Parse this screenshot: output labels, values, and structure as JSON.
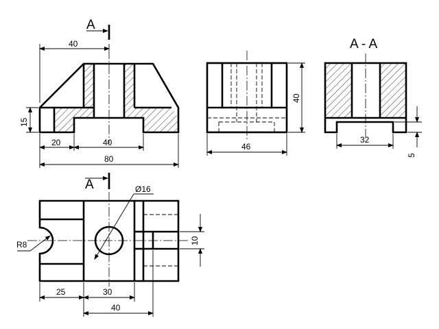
{
  "labels": {
    "section_mark_front": "A",
    "section_mark_top": "A",
    "section_title": "A - A"
  },
  "front_view_dims": {
    "top_width": "40",
    "left_height": "15",
    "left_step": "20",
    "slot_width": "40",
    "overall_width": "80"
  },
  "side_view_dims": {
    "width": "46",
    "height": "40"
  },
  "section_view_dims": {
    "slot_width": "32",
    "slot_height": "5"
  },
  "top_view_dims": {
    "hole_diameter": "Ø16",
    "notch_radius": "R8",
    "slot_width": "10",
    "notch_to_boss": "25",
    "boss_width": "30",
    "hole_to_slot": "40"
  },
  "colors": {
    "line": "#000000",
    "background": "#ffffff"
  }
}
